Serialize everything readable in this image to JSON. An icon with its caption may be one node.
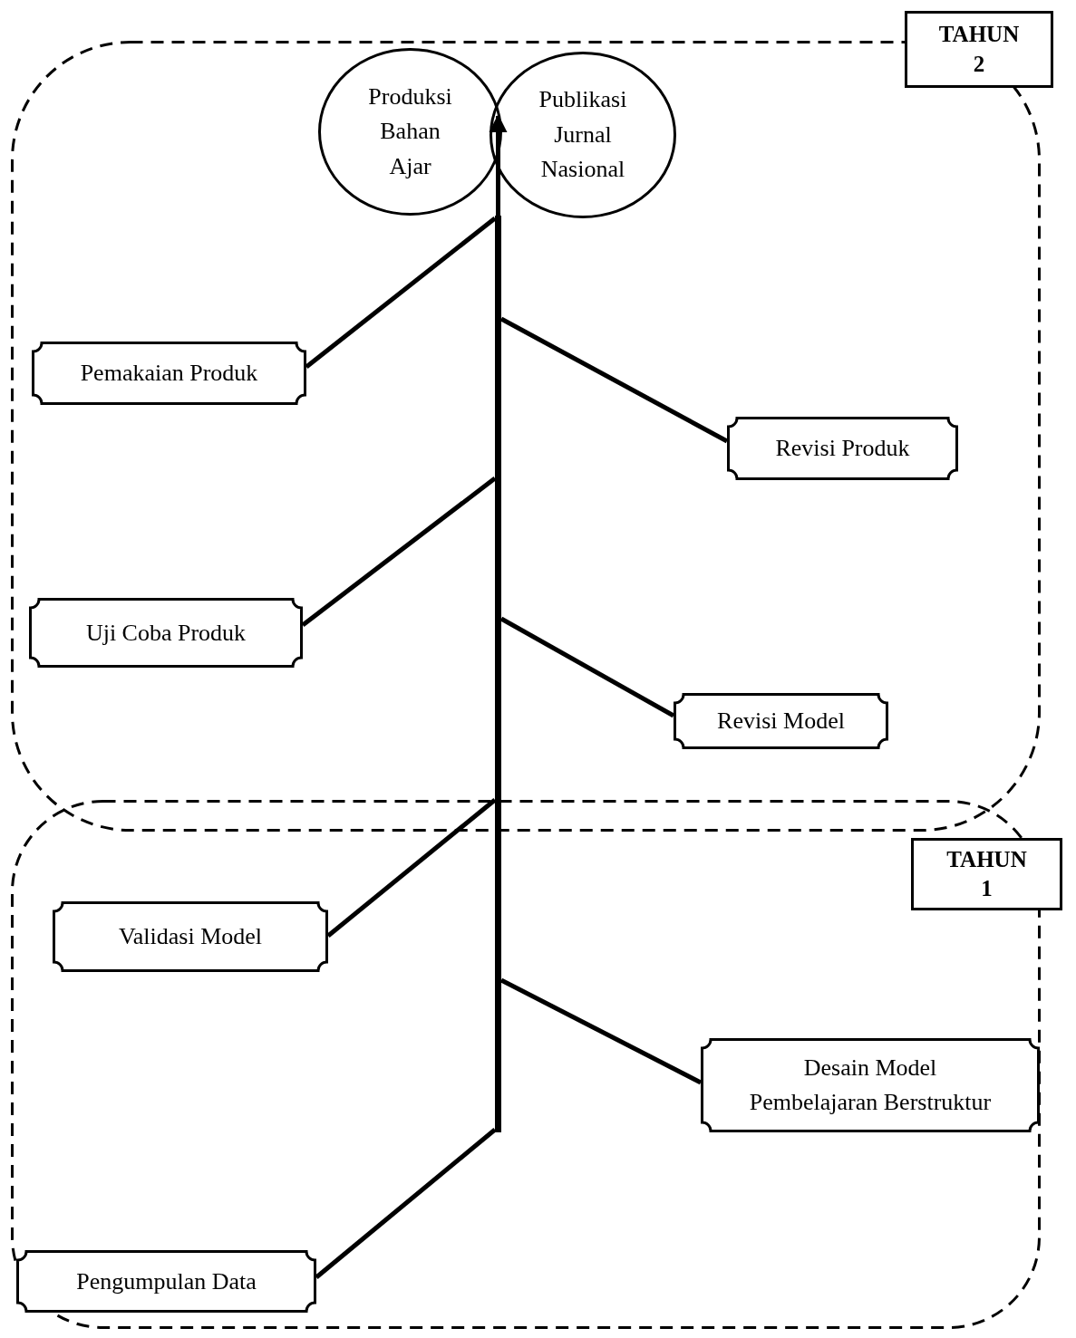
{
  "diagram": {
    "nodes": [
      {
        "text": [
          "TAHUN 2"
        ]
      },
      {
        "text": [
          "Produksi Bahan Ajar"
        ],
        "in": 0
      },
      {
        "text": [
          "Publikasi Jurnal Nasional"
        ],
        "in": 0
      },
      {
        "text": [
          "Pemakaian Produk"
        ],
        "in": 0
      },
      {
        "text": [
          "Revisi Produk"
        ],
        "in": 0
      },
      {
        "text": [
          "Uji Coba Produk"
        ],
        "in": 0
      },
      {
        "text": [
          "Revisi Model"
        ],
        "in": 0
      },
      {
        "text": [
          "TAHUN 1"
        ]
      },
      {
        "text": [
          "Validasi Model"
        ],
        "in": 7
      },
      {
        "text": [
          "Desain Model Pembelajaran Berstruktur"
        ],
        "in": 7
      },
      {
        "text": [
          "Pengumpulan Data"
        ],
        "in": 7
      },
      {
        "text": [],
        "shape": "bar"
      }
    ],
    "edges": [
      {
        "from": 11,
        "to": 1,
        "arrow": "to"
      },
      {
        "from": 11,
        "to": 2,
        "arrow": "to"
      },
      {
        "from": 3,
        "to": 11,
        "arrow": "none"
      },
      {
        "from": 4,
        "to": 11,
        "arrow": "none"
      },
      {
        "from": 5,
        "to": 11,
        "arrow": "none"
      },
      {
        "from": 6,
        "to": 11,
        "arrow": "none"
      },
      {
        "from": 8,
        "to": 11,
        "arrow": "none"
      },
      {
        "from": 9,
        "to": 11,
        "arrow": "none"
      },
      {
        "from": 10,
        "to": 11,
        "arrow": "none"
      }
    ]
  }
}
